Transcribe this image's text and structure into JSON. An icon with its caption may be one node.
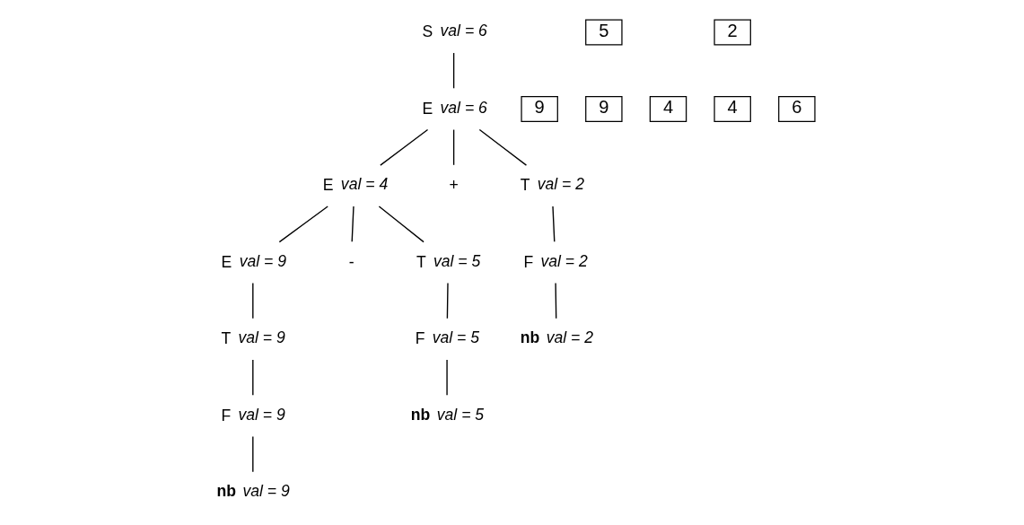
{
  "diagram": {
    "nodes": [
      {
        "text": [
          "S"
        ],
        "beside": [
          "val = 6"
        ]
      },
      {
        "text": [
          "E"
        ],
        "beside": [
          "val = 6"
        ]
      },
      {
        "text": [
          "E"
        ],
        "beside": [
          "val = 4"
        ]
      },
      {
        "text": [
          "+"
        ]
      },
      {
        "text": [
          "T"
        ],
        "beside": [
          "val = 2"
        ]
      },
      {
        "text": [
          "E"
        ],
        "beside": [
          "val = 9"
        ]
      },
      {
        "text": [
          "-"
        ]
      },
      {
        "text": [
          "T"
        ],
        "beside": [
          "val = 5"
        ]
      },
      {
        "text": [
          "F"
        ],
        "beside": [
          "val = 2"
        ]
      },
      {
        "text": [
          "T"
        ],
        "beside": [
          "val = 9"
        ]
      },
      {
        "text": [
          "F"
        ],
        "beside": [
          "val = 5"
        ]
      },
      {
        "text": [
          "nb"
        ],
        "beside": [
          "val = 2"
        ]
      },
      {
        "text": [
          "F"
        ],
        "beside": [
          "val = 9"
        ]
      },
      {
        "text": [
          "nb"
        ],
        "beside": [
          "val = 5"
        ]
      },
      {
        "text": [
          "nb"
        ],
        "beside": [
          "val = 9"
        ]
      },
      {
        "text": [
          "5"
        ]
      },
      {
        "text": [
          "2"
        ]
      },
      {
        "text": [
          "9"
        ]
      },
      {
        "text": [
          "9"
        ]
      },
      {
        "text": [
          "4"
        ]
      },
      {
        "text": [
          "4"
        ]
      },
      {
        "text": [
          "6"
        ]
      }
    ],
    "edges": [
      {
        "from": 0,
        "to": 1,
        "arrow": "none"
      },
      {
        "from": 1,
        "to": 2,
        "arrow": "none"
      },
      {
        "from": 1,
        "to": 3,
        "arrow": "none"
      },
      {
        "from": 1,
        "to": 4,
        "arrow": "none"
      },
      {
        "from": 2,
        "to": 5,
        "arrow": "none"
      },
      {
        "from": 2,
        "to": 6,
        "arrow": "none"
      },
      {
        "from": 2,
        "to": 7,
        "arrow": "none"
      },
      {
        "from": 4,
        "to": 8,
        "arrow": "none"
      },
      {
        "from": 5,
        "to": 9,
        "arrow": "none"
      },
      {
        "from": 7,
        "to": 10,
        "arrow": "none"
      },
      {
        "from": 8,
        "to": 11,
        "arrow": "none"
      },
      {
        "from": 9,
        "to": 12,
        "arrow": "none"
      },
      {
        "from": 10,
        "to": 13,
        "arrow": "none"
      },
      {
        "from": 12,
        "to": 14,
        "arrow": "none"
      }
    ]
  }
}
